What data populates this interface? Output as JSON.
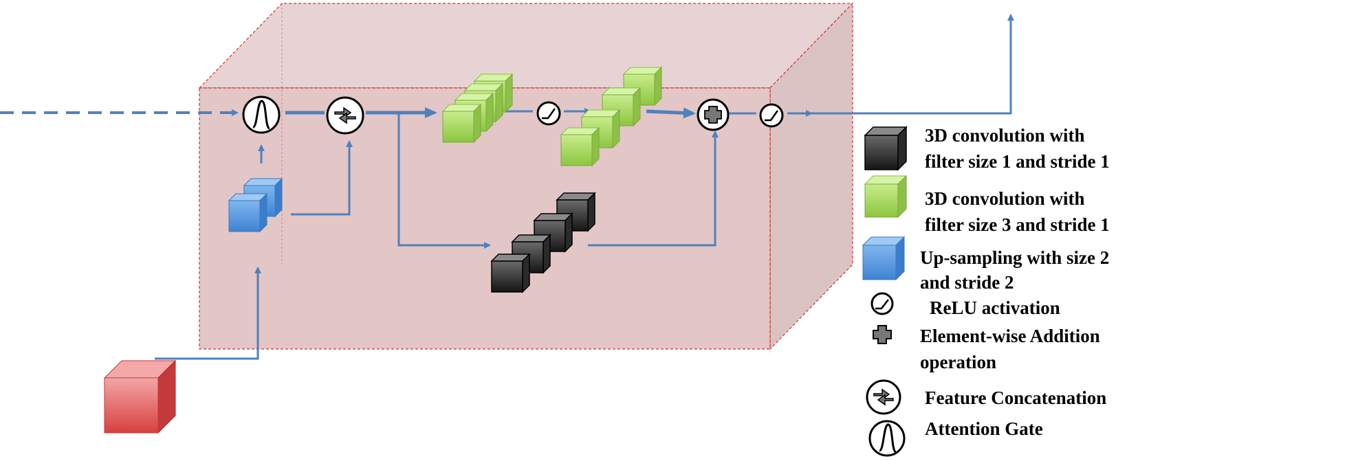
{
  "legend": {
    "conv1": {
      "line1": "3D convolution with",
      "line2": "filter size 1 and stride 1"
    },
    "conv3": {
      "line1": "3D convolution with",
      "line2": "filter size 3 and stride 1"
    },
    "upsample": {
      "line1": "Up-sampling with size 2",
      "line2": "and stride 2"
    },
    "relu": {
      "line1": "ReLU activation"
    },
    "addition": {
      "line1": "Element-wise Addition",
      "line2": "operation"
    },
    "concat": {
      "line1": "Feature Concatenation"
    },
    "attention": {
      "line1": "Attention Gate"
    }
  },
  "colors": {
    "box_fill": "#d9b3b3",
    "box_border": "#d03030",
    "arrow": "#4f81bd",
    "conv3_cube": "#9bd34a",
    "conv1_cube": "#3a3a3a",
    "upsample_cube": "#4a90e2",
    "input_cube": "#e05050"
  },
  "icons": [
    "attention-gate-icon",
    "concatenation-icon",
    "relu-icon",
    "addition-icon"
  ]
}
